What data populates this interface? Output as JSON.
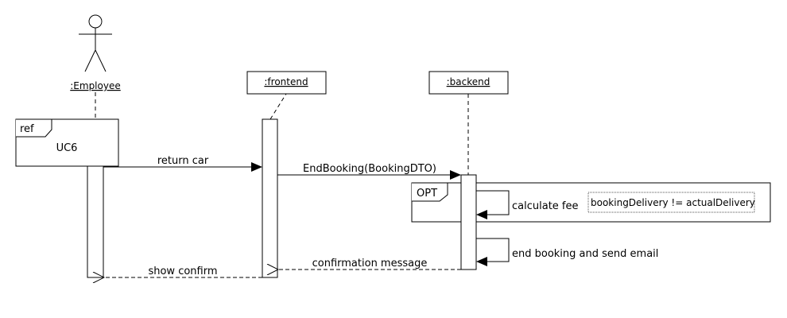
{
  "actor": {
    "name": ":Employee"
  },
  "lifelines": {
    "frontend": ":frontend",
    "backend": ":backend"
  },
  "ref_fragment": {
    "tag": "ref",
    "text": "UC6"
  },
  "opt_fragment": {
    "tag": "OPT",
    "guard": "bookingDelivery != actualDelivery"
  },
  "messages": {
    "return_car": "return car",
    "end_booking": "EndBooking(BookingDTO)",
    "calculate_fee": "calculate fee",
    "end_booking_email": "end booking and send email",
    "confirmation_message": "confirmation message",
    "show_confirm": "show confirm"
  }
}
